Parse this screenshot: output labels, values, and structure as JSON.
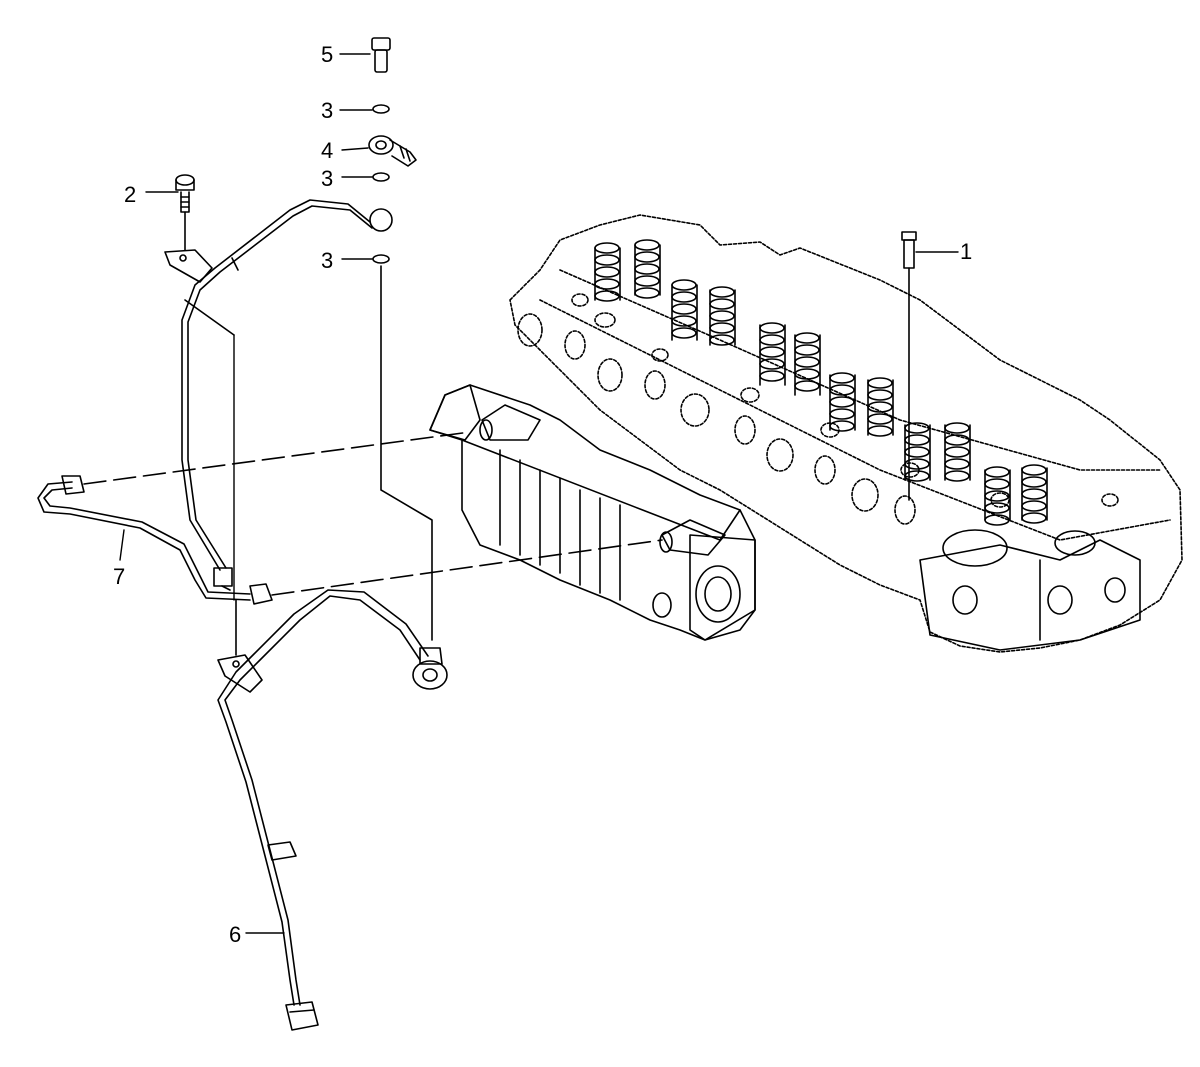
{
  "callouts": {
    "c1": "1",
    "c2": "2",
    "c3a": "3",
    "c3b": "3",
    "c3c": "3",
    "c4": "4",
    "c5": "5",
    "c6": "6",
    "c7": "7"
  },
  "colors": {
    "line": "#000000",
    "background": "#ffffff"
  }
}
